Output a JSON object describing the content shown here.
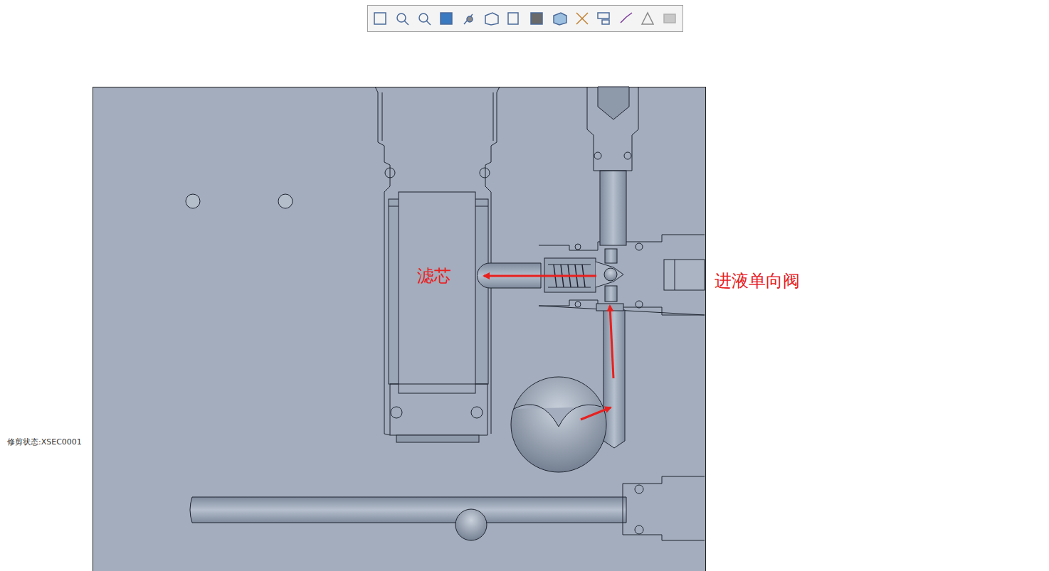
{
  "diagram": {
    "labels": [
      "滤芯",
      "进液单向阀",
      "修剪状态:XSEC0001"
    ]
  }
}
